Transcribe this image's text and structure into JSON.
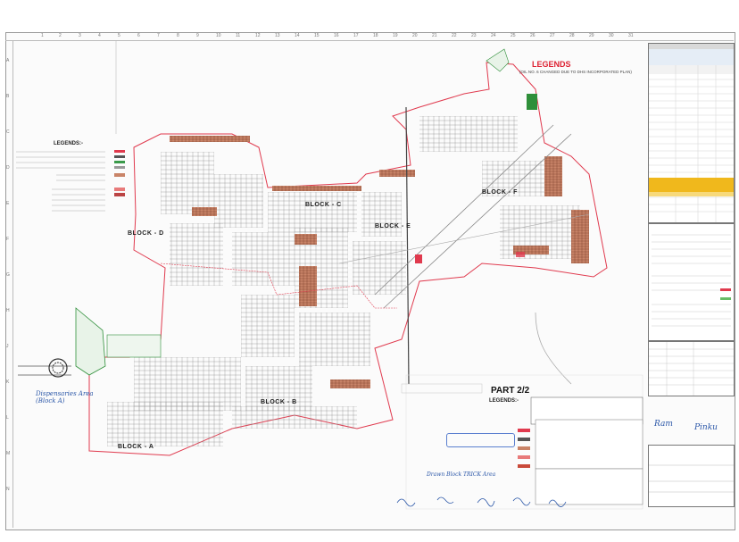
{
  "blocks": {
    "a": "BLOCK - A",
    "b": "BLOCK - B",
    "c": "BLOCK - C",
    "d": "BLOCK - D",
    "e": "BLOCK - E",
    "f": "BLOCK - F"
  },
  "part_title": "PART 2/2",
  "legends_label": "LEGENDS:-",
  "legends_top_label": "LEGENDS",
  "legends_top_note": "(OIL NO. 6 CHANGED DUE TO DHS INCORPORATED PLAN)",
  "handwritten": {
    "left_note": "Dispensaries Area (Block A)",
    "bottom_note": "Drawn Block TRICK Area",
    "signature_1": "Ram",
    "signature_2": "Pinku"
  },
  "colors": {
    "boundary_red": "#e03a4e",
    "plot_brown": "#b5654a",
    "green_area": "#2f8f3a",
    "road_gray": "#9a9a9a",
    "highlight_yellow": "#f0b81c"
  }
}
